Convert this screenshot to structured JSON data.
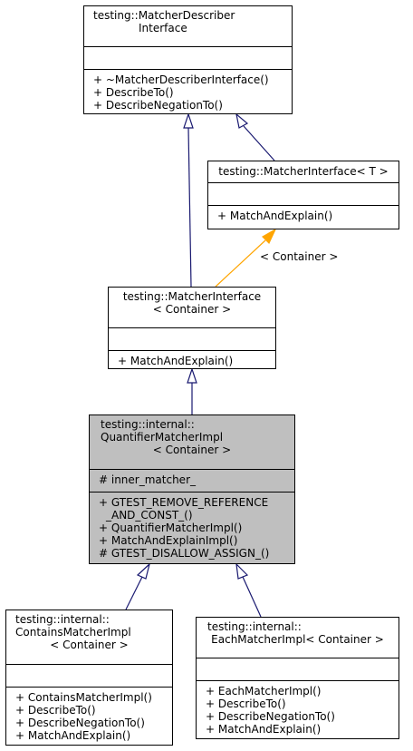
{
  "nodes": {
    "describer": {
      "title": [
        "testing::MatcherDescriber",
        "Interface"
      ],
      "attrs": [],
      "methods": [
        "+ ~MatcherDescriberInterface()",
        "+ DescribeTo()",
        "+ DescribeNegationTo()"
      ]
    },
    "matcher_t": {
      "title": [
        "testing::MatcherInterface< T >"
      ],
      "attrs": [],
      "methods": [
        "+ MatchAndExplain()"
      ]
    },
    "matcher_container": {
      "title": [
        "testing::MatcherInterface",
        "< Container >"
      ],
      "attrs": [],
      "methods": [
        "+ MatchAndExplain()"
      ]
    },
    "quantifier": {
      "title": [
        "testing::internal::",
        "QuantifierMatcherImpl",
        "< Container >"
      ],
      "attrs": [
        "# inner_matcher_"
      ],
      "methods": [
        "+ GTEST_REMOVE_REFERENCE",
        "_AND_CONST_()",
        "+ QuantifierMatcherImpl()",
        "+ MatchAndExplainImpl()",
        "# GTEST_DISALLOW_ASSIGN_()"
      ]
    },
    "contains": {
      "title": [
        "testing::internal::",
        "ContainsMatcherImpl",
        "< Container >"
      ],
      "attrs": [],
      "methods": [
        "+ ContainsMatcherImpl()",
        "+ DescribeTo()",
        "+ DescribeNegationTo()",
        "+ MatchAndExplain()"
      ]
    },
    "each": {
      "title": [
        "testing::internal::",
        "EachMatcherImpl< Container >"
      ],
      "attrs": [],
      "methods": [
        "+ EachMatcherImpl()",
        "+ DescribeTo()",
        "+ DescribeNegationTo()",
        "+ MatchAndExplain()"
      ]
    }
  },
  "template_edge_label": "< Container >",
  "colors": {
    "inheritance": "#191970",
    "template": "#ffa500",
    "highlight": "#bfbfbf"
  }
}
